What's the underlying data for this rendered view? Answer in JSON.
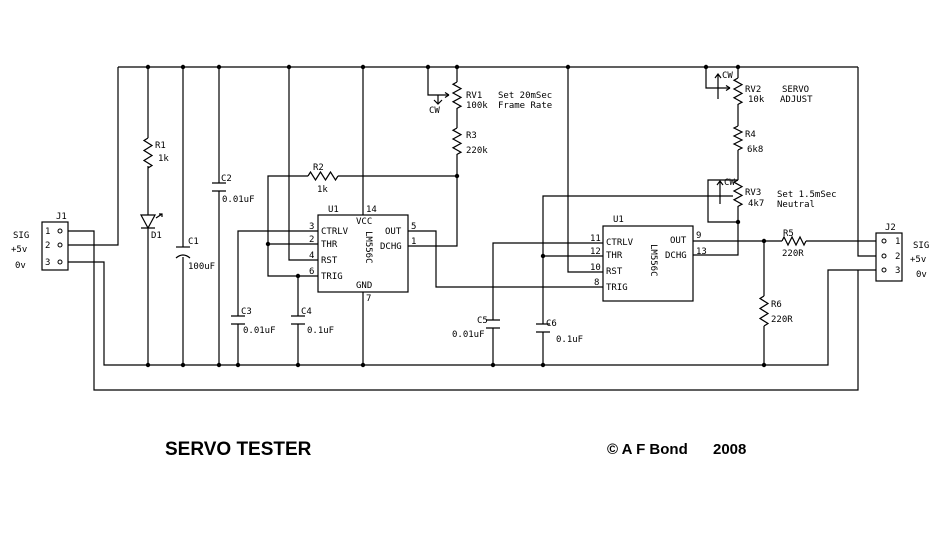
{
  "title": "SERVO TESTER",
  "copyright": "© A F Bond",
  "year": "2008",
  "connectors": {
    "j1": {
      "ref": "J1",
      "pins": [
        "1",
        "2",
        "3"
      ],
      "signals": [
        "SIG",
        "+5v",
        "0v"
      ]
    },
    "j2": {
      "ref": "J2",
      "pins": [
        "1",
        "2",
        "3"
      ],
      "signals": [
        "SIG",
        "+5v",
        "0v"
      ]
    }
  },
  "ic1": {
    "ref": "U1",
    "part": "LM556C",
    "pins_left": [
      {
        "name": "CTRLV",
        "num": "3"
      },
      {
        "name": "THR",
        "num": "2"
      },
      {
        "name": "RST",
        "num": "4"
      },
      {
        "name": "TRIG",
        "num": "6"
      }
    ],
    "pins_right": [
      {
        "name": "OUT",
        "num": "5"
      },
      {
        "name": "DCHG",
        "num": "1"
      }
    ],
    "vcc": "VCC",
    "vcc_pin": "14",
    "gnd": "GND",
    "gnd_pin": "7"
  },
  "ic2": {
    "ref": "U1",
    "part": "LM556C",
    "pins_left": [
      {
        "name": "CTRLV",
        "num": "11"
      },
      {
        "name": "THR",
        "num": "12"
      },
      {
        "name": "RST",
        "num": "10"
      },
      {
        "name": "TRIG",
        "num": "8"
      }
    ],
    "pins_right": [
      {
        "name": "OUT",
        "num": "9"
      },
      {
        "name": "DCHG",
        "num": "13"
      }
    ]
  },
  "components": {
    "r1": {
      "ref": "R1",
      "value": "1k"
    },
    "d1": {
      "ref": "D1"
    },
    "c1": {
      "ref": "C1",
      "value": "100uF"
    },
    "c2": {
      "ref": "C2",
      "value": "0.01uF"
    },
    "r2": {
      "ref": "R2",
      "value": "1k"
    },
    "rv1": {
      "ref": "RV1",
      "value": "100k",
      "note1": "Set 20mSec",
      "note2": "Frame Rate",
      "cw": "CW"
    },
    "r3": {
      "ref": "R3",
      "value": "220k"
    },
    "c3": {
      "ref": "C3",
      "value": "0.01uF"
    },
    "c4": {
      "ref": "C4",
      "value": "0.1uF"
    },
    "c5": {
      "ref": "C5",
      "value": "0.01uF"
    },
    "c6": {
      "ref": "C6",
      "value": "0.1uF"
    },
    "rv2": {
      "ref": "RV2",
      "value": "10k",
      "note1": "SERVO",
      "note2": "ADJUST",
      "cw": "CW"
    },
    "r4": {
      "ref": "R4",
      "value": "6k8"
    },
    "rv3": {
      "ref": "RV3",
      "value": "4k7",
      "note1": "Set 1.5mSec",
      "note2": "Neutral",
      "cw": "CW"
    },
    "r5": {
      "ref": "R5",
      "value": "220R"
    },
    "r6": {
      "ref": "R6",
      "value": "220R"
    }
  }
}
